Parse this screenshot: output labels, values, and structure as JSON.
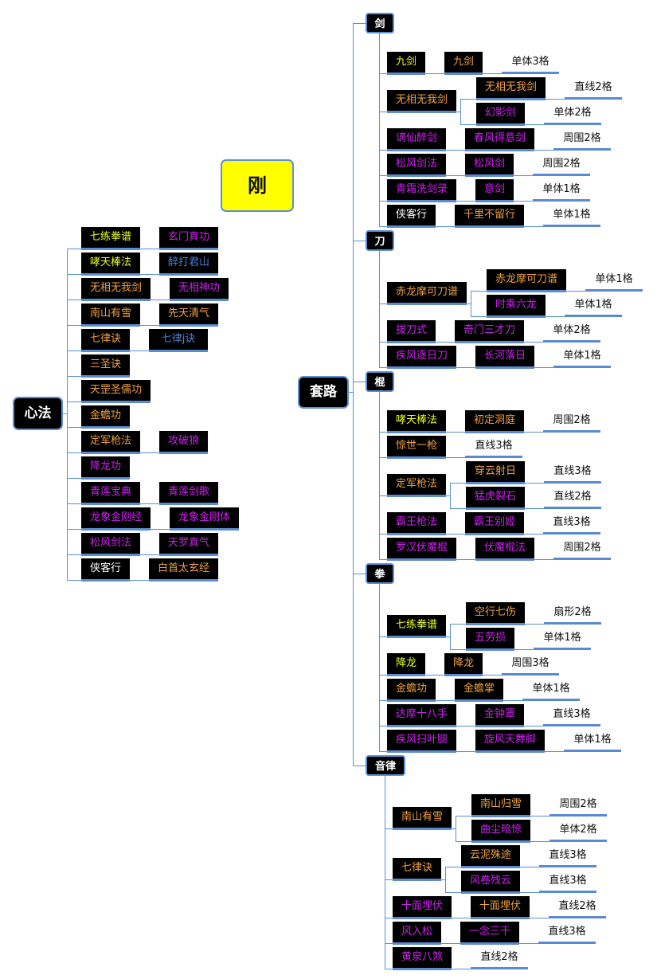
{
  "center_title": "刚",
  "colors": {
    "y": "#e8ff1a",
    "o": "#f0a040",
    "m": "#cc22ee",
    "b": "#4a7fd0",
    "w": "#ffffff"
  },
  "xinfa": {
    "label": "心法",
    "rows": [
      [
        [
          "七练拳谱",
          "y"
        ],
        [
          "玄门真功",
          "m"
        ]
      ],
      [
        [
          "哮天棒法",
          "y"
        ],
        [
          "醉打君山",
          "b"
        ]
      ],
      [
        [
          "无相无我剑",
          "o"
        ],
        [
          "无相神功",
          "m"
        ]
      ],
      [
        [
          "南山有雪",
          "o"
        ],
        [
          "先天清气",
          "o"
        ]
      ],
      [
        [
          "七律诀",
          "o"
        ],
        [
          "七律j诀",
          "b"
        ]
      ],
      [
        [
          "三圣诀",
          "o"
        ]
      ],
      [
        [
          "天罡圣儒功",
          "o"
        ]
      ],
      [
        [
          "金蟾功",
          "o"
        ]
      ],
      [
        [
          "定军枪法",
          "o"
        ],
        [
          "攻破狼",
          "m"
        ]
      ],
      [
        [
          "降龙功",
          "m"
        ]
      ],
      [
        [
          "青莲宝典",
          "m"
        ],
        [
          "青莲剑歌",
          "m"
        ]
      ],
      [
        [
          "龙象金刚经",
          "m"
        ],
        [
          "龙象金刚体",
          "m"
        ]
      ],
      [
        [
          "松风剑法",
          "m"
        ],
        [
          "天罗真气",
          "m"
        ]
      ],
      [
        [
          "侠客行",
          "w"
        ],
        [
          "白首太玄经",
          "o"
        ]
      ]
    ]
  },
  "taolu": {
    "label": "套路",
    "categories": [
      {
        "label": "剑",
        "rows": [
          {
            "a": [
              "九剑",
              "y"
            ],
            "b": [
              "九剑",
              "o"
            ],
            "e": "单体3格"
          },
          {
            "a": [
              "无相无我剑",
              "o"
            ],
            "children": [
              {
                "b": [
                  "无相无我剑",
                  "o"
                ],
                "e": "直线2格"
              },
              {
                "b": [
                  "幻影剑",
                  "m"
                ],
                "e": "单体2格"
              }
            ]
          },
          {
            "a": [
              "谪仙醉剑",
              "m"
            ],
            "b": [
              "春风得意剑",
              "m"
            ],
            "e": "周围2格"
          },
          {
            "a": [
              "松风剑法",
              "m"
            ],
            "b": [
              "松风剑",
              "m"
            ],
            "e": "周围2格"
          },
          {
            "a": [
              "青霜洗剑录",
              "m"
            ],
            "b": [
              "意剑",
              "m"
            ],
            "e": "单体1格"
          },
          {
            "a": [
              "侠客行",
              "w"
            ],
            "b": [
              "千里不留行",
              "o"
            ],
            "e": "单体1格"
          }
        ]
      },
      {
        "label": "刀",
        "rows": [
          {
            "a": [
              "赤龙摩可刀谱",
              "o"
            ],
            "children": [
              {
                "b": [
                  "赤龙摩可刀谱",
                  "o"
                ],
                "e": "单体1格"
              },
              {
                "b": [
                  "时乘六龙",
                  "m"
                ],
                "e": "单体1格"
              }
            ]
          },
          {
            "a": [
              "拔刀式",
              "m"
            ],
            "b": [
              "奇门三才刀",
              "m"
            ],
            "e": "单体2格"
          },
          {
            "a": [
              "疾风逐日刀",
              "m"
            ],
            "b": [
              "长河落日",
              "m"
            ],
            "e": "单体1格"
          }
        ]
      },
      {
        "label": "棍",
        "rows": [
          {
            "a": [
              "哮天棒法",
              "y"
            ],
            "b": [
              "初定洞庭",
              "o"
            ],
            "e": "周围2格"
          },
          {
            "a": [
              "惊世一枪",
              "o"
            ],
            "e": "直线3格"
          },
          {
            "a": [
              "定军枪法",
              "o"
            ],
            "children": [
              {
                "b": [
                  "穿云射日",
                  "o"
                ],
                "e": "直线3格"
              },
              {
                "b": [
                  "猛虎裂石",
                  "m"
                ],
                "e": "直线2格"
              }
            ]
          },
          {
            "a": [
              "霸王枪法",
              "m"
            ],
            "b": [
              "霸王别姬",
              "m"
            ],
            "e": "直线3格"
          },
          {
            "a": [
              "罗汉伏魔棍",
              "m"
            ],
            "b": [
              "伏魔棍法",
              "m"
            ],
            "e": "周围2格"
          }
        ]
      },
      {
        "label": "拳",
        "rows": [
          {
            "a": [
              "七练拳谱",
              "y"
            ],
            "children": [
              {
                "b": [
                  "空行七伤",
                  "o"
                ],
                "e": "扇形2格"
              },
              {
                "b": [
                  "五劳损",
                  "m"
                ],
                "e": "单体1格"
              }
            ]
          },
          {
            "a": [
              "降龙",
              "y"
            ],
            "b": [
              "降龙",
              "o"
            ],
            "e": "周围3格"
          },
          {
            "a": [
              "金蟾功",
              "o"
            ],
            "b": [
              "金蟾掌",
              "o"
            ],
            "e": "单体1格"
          },
          {
            "a": [
              "达摩十八手",
              "m"
            ],
            "b": [
              "金钟罩",
              "m"
            ],
            "e": "直线3格"
          },
          {
            "a": [
              "疾风扫叶腿",
              "m"
            ],
            "b": [
              "旋风天舞脚",
              "m"
            ],
            "e": "单体1格"
          }
        ]
      },
      {
        "label": "音律",
        "rows": [
          {
            "a": [
              "南山有雪",
              "o"
            ],
            "children": [
              {
                "b": [
                  "南山归雪",
                  "o"
                ],
                "e": "周围2格"
              },
              {
                "b": [
                  "曲尘暗惊",
                  "m"
                ],
                "e": "单体2格"
              }
            ]
          },
          {
            "a": [
              "七律诀",
              "o"
            ],
            "children": [
              {
                "b": [
                  "云泥殊途",
                  "o"
                ],
                "e": "直线3格"
              },
              {
                "b": [
                  "风卷残云",
                  "m"
                ],
                "e": "直线3格"
              }
            ]
          },
          {
            "a": [
              "十面埋伏",
              "m"
            ],
            "b": [
              "十面埋伏",
              "o"
            ],
            "e": "直线2格"
          },
          {
            "a": [
              "风入松",
              "m"
            ],
            "b": [
              "一念三千",
              "m"
            ],
            "e": "直线3格"
          },
          {
            "a": [
              "黄泉八煞",
              "m"
            ],
            "e": "直线2格"
          }
        ]
      }
    ]
  }
}
